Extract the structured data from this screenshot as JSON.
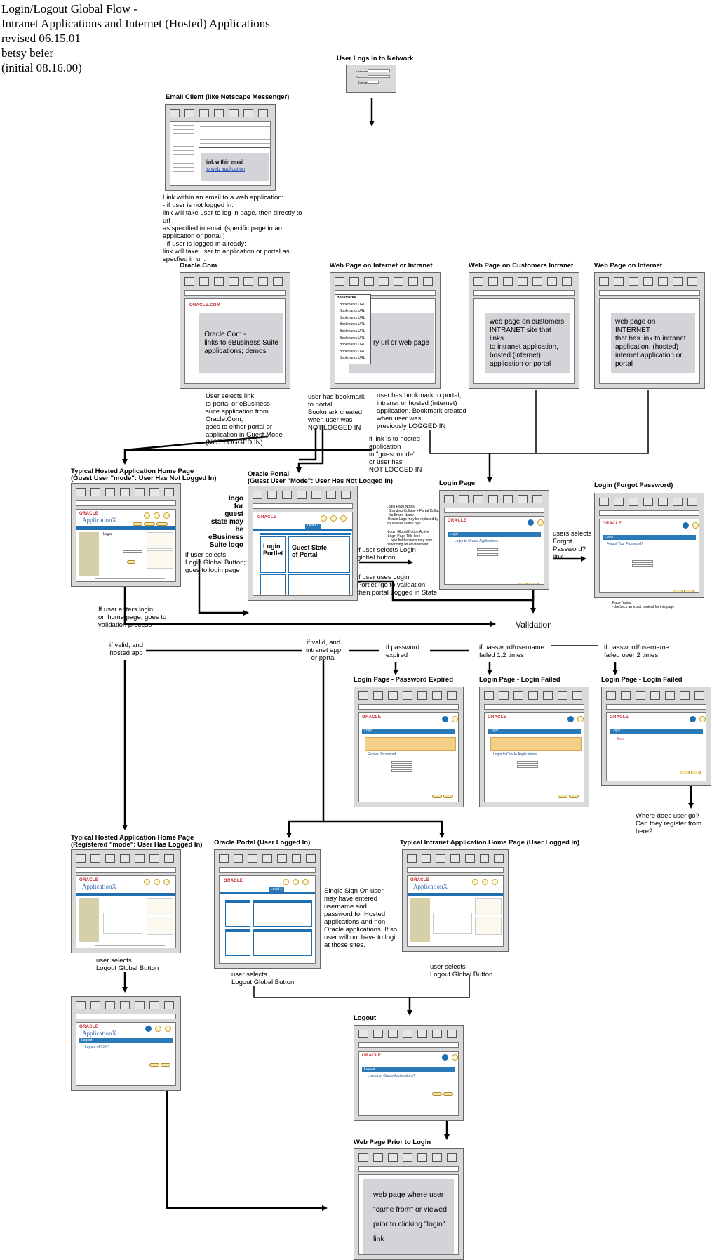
{
  "header": {
    "line1": "Login/Logout Global Flow -",
    "line2": "Intranet Applications and Internet (Hosted) Applications",
    "line3": "revised 06.15.01",
    "line4": "betsy beier",
    "line5": "(initial 08.16.00)"
  },
  "screens": {
    "network": {
      "title": "User Logs In to Network",
      "f1": "Username",
      "f2": "Password",
      "f3": "Domain"
    },
    "email": {
      "title": "Email Client (like Netscape Messenger)",
      "link_title": "link within email",
      "link_url": "to web application"
    },
    "oraclecom": {
      "title": "Oracle.Com",
      "logo": "ORACLE.COM",
      "body": "Oracle.Com -\nlinks to eBusiness Suite\napplications; demos"
    },
    "webpage_intranet": {
      "title": "Web Page on Internet or Intranet",
      "menu_head": "Bookmarks",
      "menu_item": "Bookmarks URL",
      "body": "ry url or web page"
    },
    "customers_intranet": {
      "title": "Web Page on Customers Intranet",
      "body": "web page on customers\nINTRANET site that links\nto intranet application,\nhosted (internet)\napplication or portal"
    },
    "web_internet": {
      "title": "Web Page on Internet",
      "body": "web page on INTERNET\nthat has link to intranet\napplication, (hosted)\ninternet application or\nportal"
    },
    "hosted_guest": {
      "title": "Typical Hosted Application Home Page\n(Guest User \"mode\": User Has Not Logged In)",
      "login": "Login"
    },
    "portal_guest": {
      "title": "Oracle Portal\n(Guest User \"Mode\": User Has Not Logged In)",
      "portlet": "Login\nPortlet",
      "guest": "Guest State\nof Portal",
      "tab": "Level 1"
    },
    "login_page": {
      "title": "Login Page",
      "bar": "Login",
      "sub": "Login to Oracle Applications"
    },
    "forgot": {
      "title": "Login (Forgot Password)",
      "bar": "Login",
      "sub": "Forgot Your Password?"
    },
    "pw_expired": {
      "title": "Login Page - Password Expired",
      "bar": "Login",
      "sub": "Expired Password"
    },
    "failed1": {
      "title": "Login Page - Login Failed",
      "bar": "Login",
      "sub": "Login to Oracle Applications"
    },
    "failed2": {
      "title": "Login Page - Login Failed",
      "bar": "Login",
      "sub": "Error"
    },
    "hosted_reg": {
      "title": "Typical Hosted Application Home Page\n(Registered \"mode\": User Has Logged In)"
    },
    "portal_in": {
      "title": "Oracle Portal (User Logged In)",
      "tab": "Level 1"
    },
    "intranet_in": {
      "title": "Typical Intranet Application Home Page  (User Logged In)"
    },
    "logout_left": {
      "bar": "Logout",
      "sub": "Logout of XXX?"
    },
    "logout": {
      "title": "Logout",
      "bar": "Logout",
      "sub": "Logout of Oracle Applications?"
    },
    "prior": {
      "title": "Web Page Prior to Login",
      "body": "web page where user\n\"came from\" or viewed\nprior to clicking \"login\"\nlink"
    }
  },
  "brand": {
    "logo": "ORACLE",
    "app": "ApplicationX"
  },
  "notes": {
    "email_note": "Link within an email to a web application:\n- if user is not logged in:\nlink will take user to log in page, then directly to url\nas specified in email (specific page in an\napplication or portal.)\n- if user is logged in already:\nlink will take user to application or portal as\nspecfied in url.",
    "oraclecom_note": "User selects link\nto portal or eBusiness\nsuite application from\nOracle.Com;\ngoes to either portal or\napplication in Guest Mode\n(NOT LOGGED IN)",
    "bookmark_note": "user has bookmark\nto portal.\nBookmark created\nwhen user was\nNOT LOGGED IN",
    "bookmark2_note": "user has bookmark to portal,\nintranet or hosted (internet)\napplication. Bookmark created\nwhen user was\npreviously LOGGED IN",
    "hosted_link_note": "if link is to hosted\napplication\nin \"guest mode\"\nor user has\nNOT LOGGED IN",
    "logo_note": "logo\nfor\nguest\nstate may\nbe\neBusiness\nSuite logo",
    "login_page_notes": "Login Page Notes:\n- Branding Collage + Portal Collage\n- No Brand Name\n-Oracle Logo may be replaced by\neBusiness Suite Logo\n\n-Login Global Button Active\n-Login Page Title Icon\n- Login field options may vary\ndepending on environment",
    "global_button_note": "if user selects\nLogin Global Button;\ngoes to login page",
    "selects_login_note": "if user selects Login\nglobal button",
    "uses_portlet_note": "if user uses Login\nPortlet (go to validation;\nthen portal Logged in State",
    "forgot_link_note": "users selects\nForgot\nPassword?\nlink",
    "page_notes": "Page Notes:\n-Uncheck an exact content for this page",
    "enters_login_note": "If user enters login\non home page, goes to\nvalidation process",
    "validation": "Validation",
    "valid_hosted": "if valid, and\nhosted app",
    "valid_intranet": "if valid, and\nintranet app\nor portal",
    "pw_expired_note": "if password\nexpired",
    "failed12_note": "if password/username\nfailed 1,2 times",
    "failed2plus_note": "if password/username\nfailed over 2 times",
    "where_note": "Where does user go?\nCan they register from\nhere?",
    "sso_note": "Single Sign On user\nmay have entered\nusername and\npassword for Hosted\napplications and non-\nOracle applications. If so,\nuser will not have to login\nat those sites.",
    "logout_hosted_note": "user selects\nLogout Global Button",
    "logout_portal_note": "user selects\nLogout Global Button",
    "logout_intranet_note": "user selects\nLogout Global Button"
  }
}
